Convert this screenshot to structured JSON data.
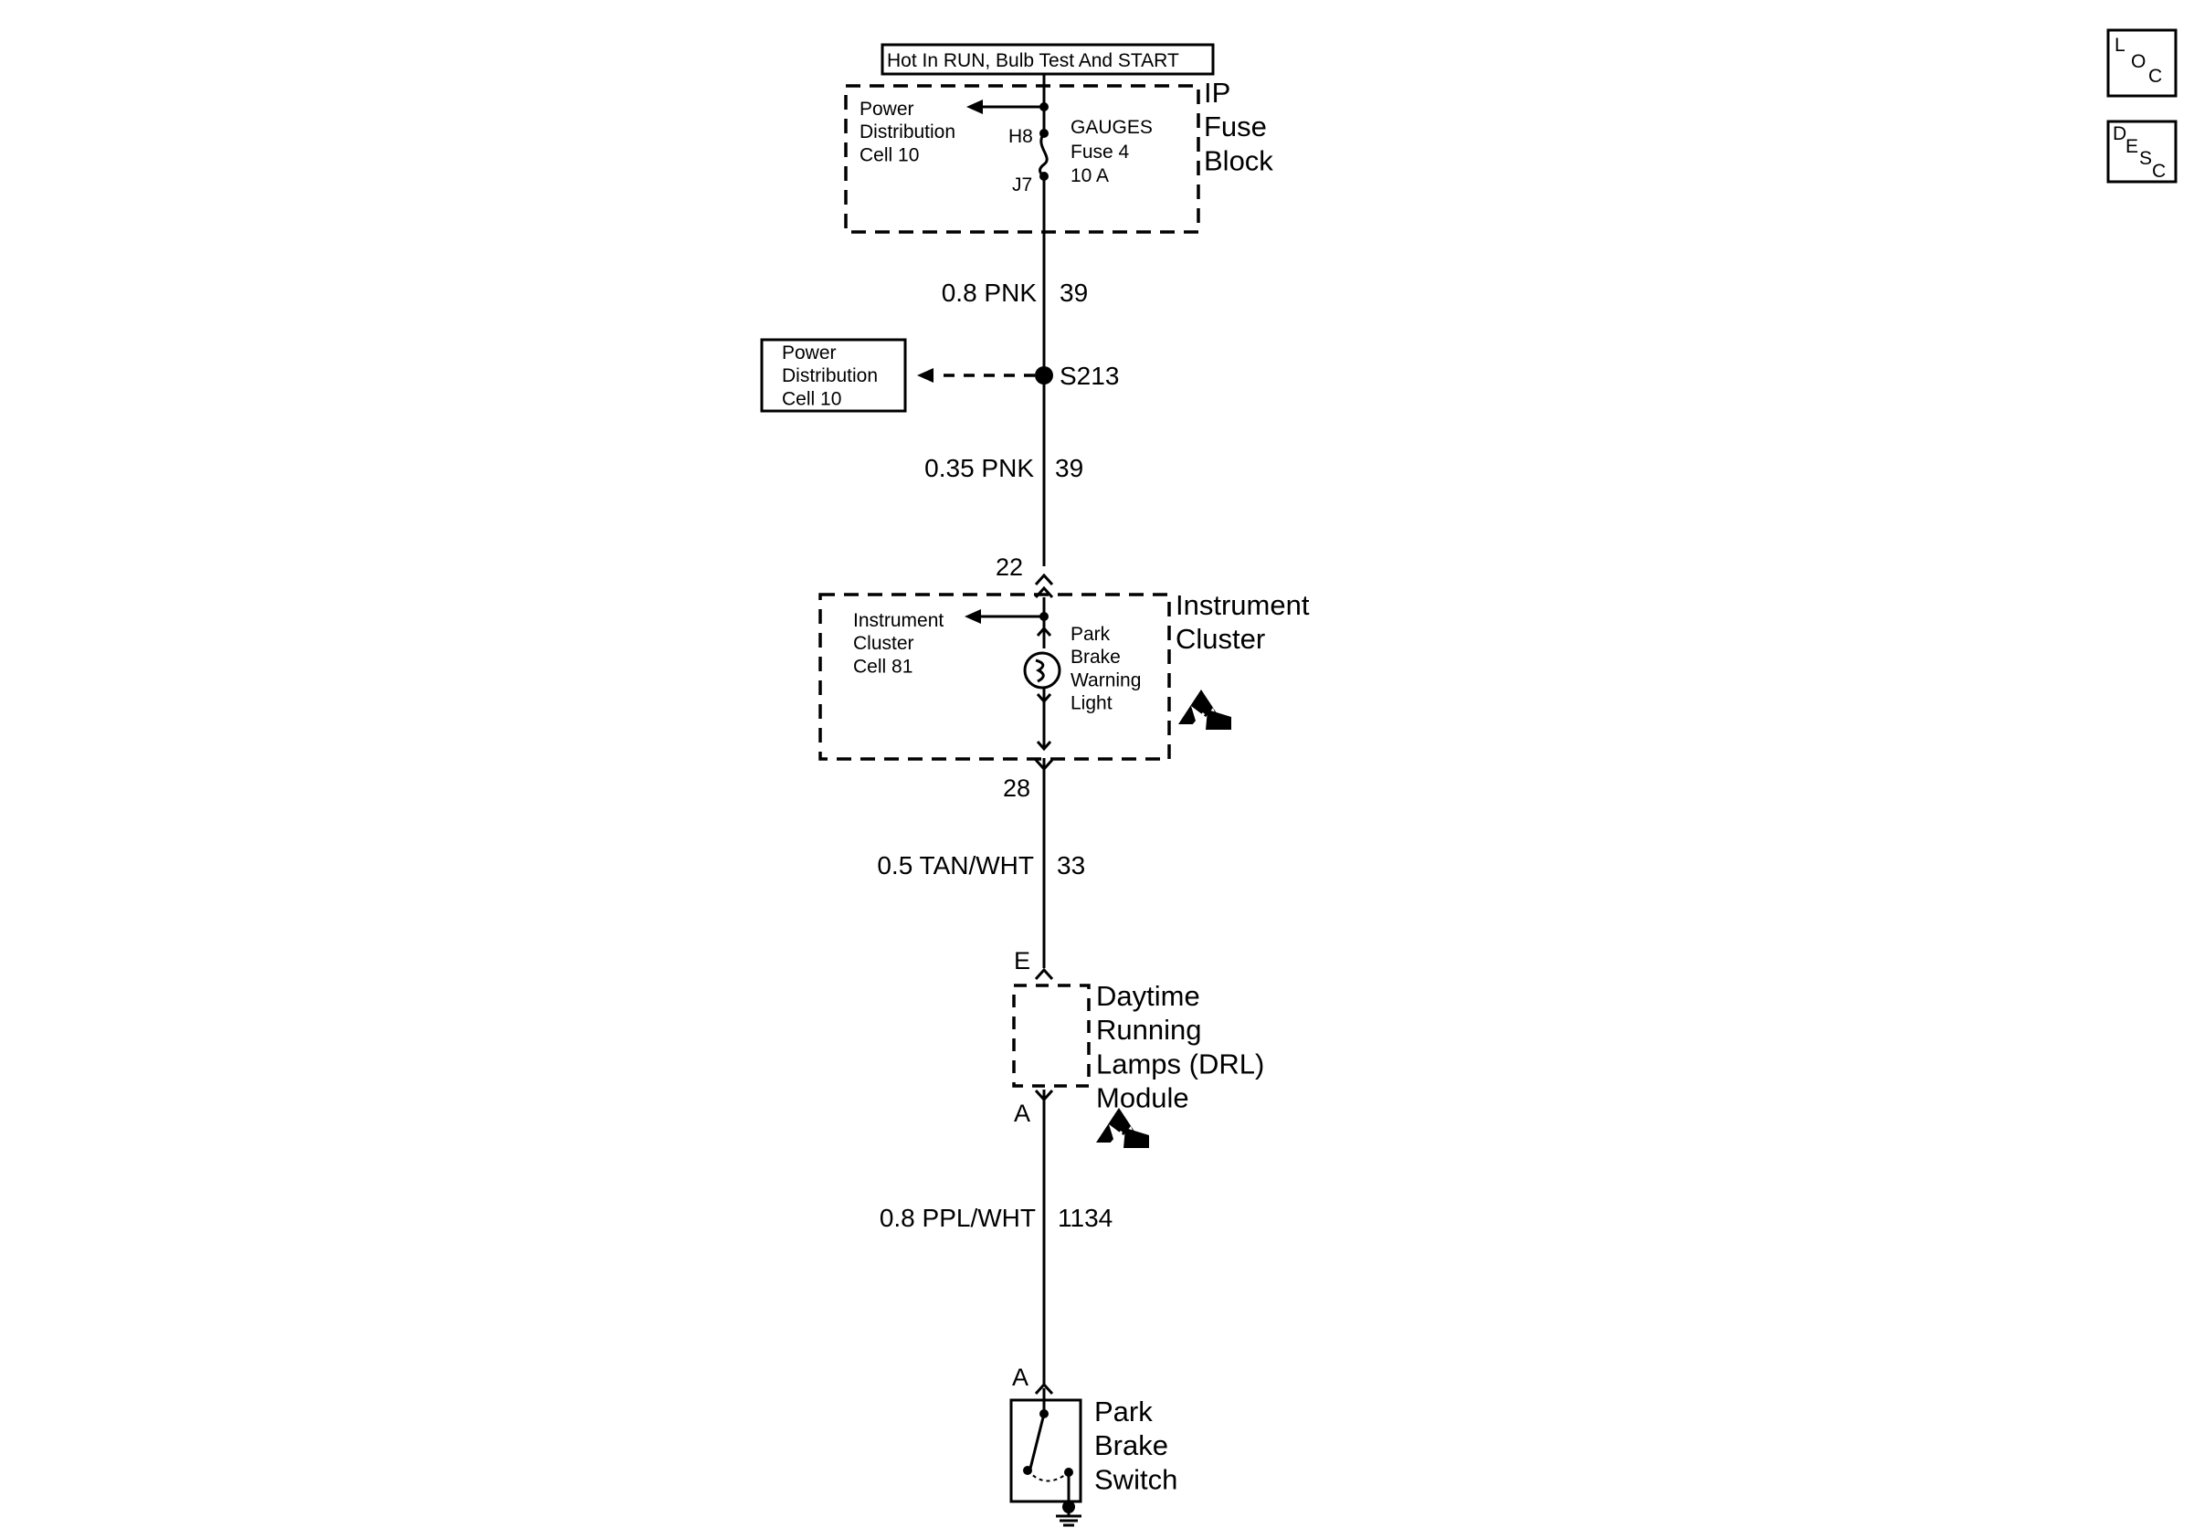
{
  "header": {
    "hot_in": "Hot In RUN, Bulb Test And START"
  },
  "fuse_block": {
    "name": "IP\nFuse\nBlock",
    "ref": "Power\nDistribution\nCell 10",
    "fuse_name": "GAUGES",
    "fuse_number": "Fuse 4",
    "fuse_rating": "10 A",
    "pin_in": "H8",
    "pin_out": "J7"
  },
  "wires": [
    {
      "label": "0.8 PNK",
      "circuit": "39"
    },
    {
      "label": "0.35 PNK",
      "circuit": "39"
    },
    {
      "label": "0.5 TAN/WHT",
      "circuit": "33"
    },
    {
      "label": "0.8 PPL/WHT",
      "circuit": "1134"
    }
  ],
  "splice": {
    "name": "S213",
    "ref": "Power\nDistribution\nCell 10"
  },
  "instrument_cluster": {
    "name": "Instrument\nCluster",
    "ref": "Instrument\nCluster\nCell 81",
    "light_label": "Park\nBrake\nWarning\nLight",
    "pin_top": "22",
    "pin_bottom": "28"
  },
  "drl_module": {
    "name": "Daytime\nRunning\nLamps (DRL)\nModule",
    "pin_top": "E",
    "pin_bottom": "A"
  },
  "park_brake_switch": {
    "name": "Park\nBrake\nSwitch",
    "pin": "A"
  },
  "corner_buttons": [
    {
      "letters": [
        "L",
        "O",
        "C"
      ]
    },
    {
      "letters": [
        "D",
        "E",
        "S",
        "C"
      ]
    }
  ],
  "icons": {
    "esd_symbol": "esd-sensitive-icon",
    "ground": "ground-icon",
    "splice_dot": "splice-icon",
    "arrow": "arrow-left-icon",
    "fuse": "fuse-icon",
    "bulb": "bulb-icon",
    "switch": "switch-icon",
    "connector": "connector-chevron-icon"
  }
}
